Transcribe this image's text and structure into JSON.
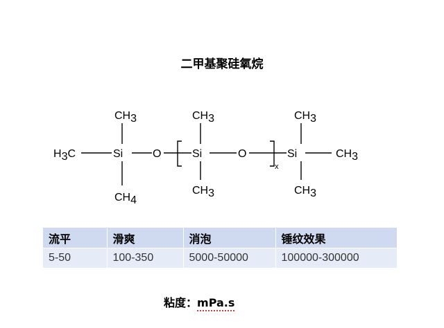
{
  "title": "二甲基聚硅氧烷",
  "formula": {
    "left_si": {
      "label": "Si",
      "top": "CH",
      "top_sub": "3",
      "bottom": "CH",
      "bottom_sub": "4",
      "left": "H",
      "left_sub": "3",
      "left_tail": "C"
    },
    "oxygen_1": "O",
    "middle_si": {
      "label": "Si",
      "top": "CH",
      "top_sub": "3",
      "bottom": "CH",
      "bottom_sub": "3"
    },
    "oxygen_2": "O",
    "repeat_subscript": "x",
    "right_si": {
      "label": "Si",
      "top": "CH",
      "top_sub": "3",
      "bottom": "CH",
      "bottom_sub": "3",
      "right": "CH",
      "right_sub": "3"
    }
  },
  "table": {
    "headers": [
      "流平",
      "滑爽",
      "消泡",
      "锤纹效果"
    ],
    "rows": [
      [
        "5-50",
        "100-350",
        "5000-50000",
        "100000-300000"
      ]
    ]
  },
  "footnote": {
    "label": "粘度：",
    "unit": "mPa.s"
  },
  "colors": {
    "table_header_bg": "#cfd9ef",
    "table_row_bg": "#e6ecf7",
    "unit_underline": "#c04040"
  }
}
